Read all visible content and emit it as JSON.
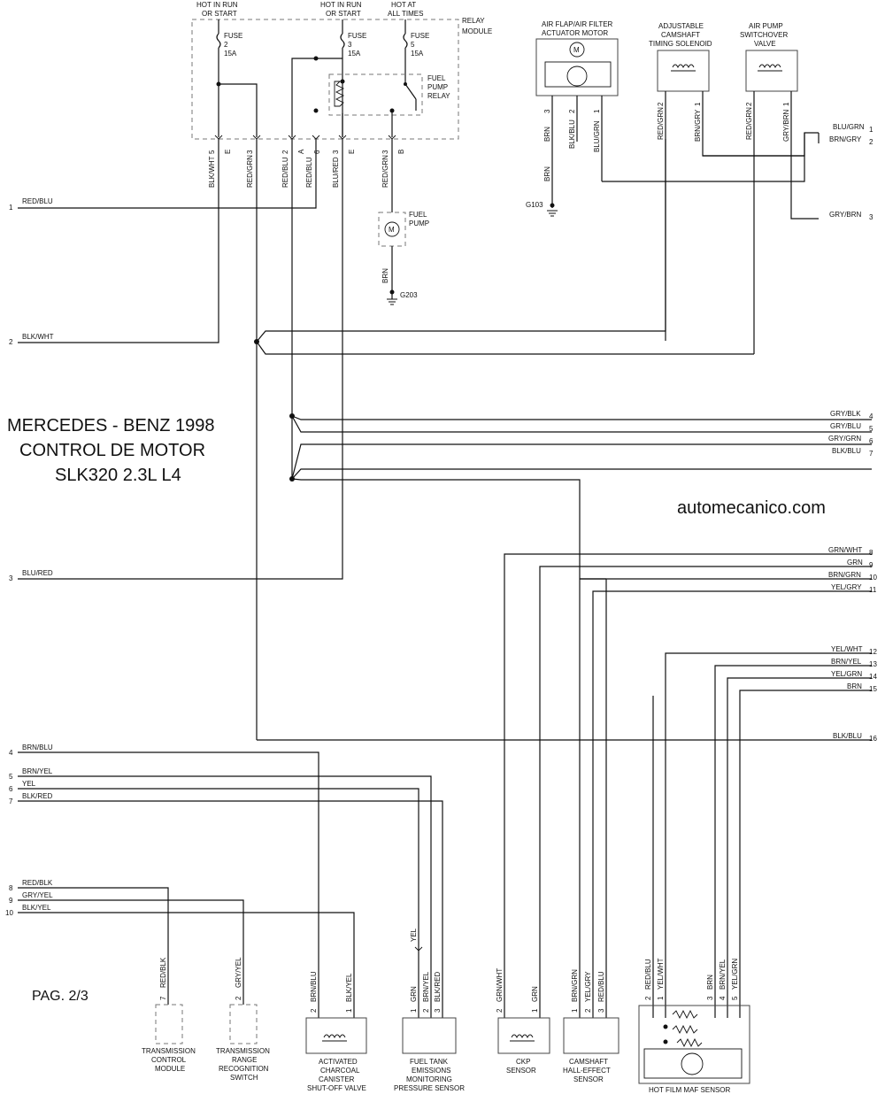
{
  "title": {
    "line1": "MERCEDES - BENZ 1998",
    "line2": "CONTROL DE MOTOR",
    "line3": "SLK320 2.3L L4"
  },
  "watermark": "automecanico.com",
  "page_label": "PAG. 2/3",
  "relay_module": {
    "label": [
      "RELAY",
      "MODULE"
    ],
    "hot_run_1": [
      "HOT IN RUN",
      "OR START"
    ],
    "hot_run_2": [
      "HOT IN RUN",
      "OR START"
    ],
    "hot_all": [
      "HOT AT",
      "ALL TIMES"
    ],
    "fuses": [
      {
        "name": "FUSE",
        "number": "2",
        "rating": "15A"
      },
      {
        "name": "FUSE",
        "number": "3",
        "rating": "15A"
      },
      {
        "name": "FUSE",
        "number": "5",
        "rating": "15A"
      }
    ],
    "relay_label": [
      "FUEL",
      "PUMP",
      "RELAY"
    ],
    "pins": [
      {
        "pin": "5",
        "code": "E",
        "wire": "BLK/WHT"
      },
      {
        "pin": "3",
        "code": "",
        "wire": "RED/GRN"
      },
      {
        "pin": "2",
        "code": "A",
        "wire": "RED/BLU"
      },
      {
        "pin": "6",
        "code": "",
        "wire": "RED/BLU"
      },
      {
        "pin": "3",
        "code": "E",
        "wire": "BLU/RED"
      },
      {
        "pin": "3",
        "code": "B",
        "wire": "RED/GRN"
      }
    ]
  },
  "fuel_pump": {
    "label": [
      "FUEL",
      "PUMP"
    ],
    "ground_wire": "BRN",
    "ground": "G203"
  },
  "top_components": [
    {
      "label": [
        "AIR FLAP/AIR FILTER",
        "ACTUATOR MOTOR"
      ],
      "pins": [
        {
          "pin": "3",
          "wire": "BRN"
        },
        {
          "pin": "2",
          "wire": "BLK/BLU"
        },
        {
          "pin": "1",
          "wire": "BLU/GRN"
        }
      ],
      "ground_wire": "BRN",
      "ground": "G103"
    },
    {
      "label": [
        "ADJUSTABLE",
        "CAMSHAFT",
        "TIMING SOLENOID"
      ],
      "pins": [
        {
          "pin": "2",
          "wire": "RED/GRN"
        },
        {
          "pin": "1",
          "wire": "BRN/GRY"
        }
      ]
    },
    {
      "label": [
        "AIR PUMP",
        "SWITCHOVER",
        "VALVE"
      ],
      "pins": [
        {
          "pin": "2",
          "wire": "RED/GRN"
        },
        {
          "pin": "1",
          "wire": "GRY/BRN"
        }
      ]
    }
  ],
  "left_wires_top": [
    {
      "num": "1",
      "color": "RED/BLU"
    },
    {
      "num": "2",
      "color": "BLK/WHT"
    },
    {
      "num": "3",
      "color": "BLU/RED"
    }
  ],
  "left_wires_bottom": [
    {
      "num": "4",
      "color": "BRN/BLU"
    },
    {
      "num": "5",
      "color": "BRN/YEL"
    },
    {
      "num": "6",
      "color": "YEL"
    },
    {
      "num": "7",
      "color": "BLK/RED"
    },
    {
      "num": "8",
      "color": "RED/BLK"
    },
    {
      "num": "9",
      "color": "GRY/YEL"
    },
    {
      "num": "10",
      "color": "BLK/YEL"
    }
  ],
  "right_wires": [
    {
      "num": "1",
      "color": "BLU/GRN"
    },
    {
      "num": "2",
      "color": "BRN/GRY"
    },
    {
      "num": "3",
      "color": "GRY/BRN"
    },
    {
      "num": "4",
      "color": "GRY/BLK"
    },
    {
      "num": "5",
      "color": "GRY/BLU"
    },
    {
      "num": "6",
      "color": "GRY/GRN"
    },
    {
      "num": "7",
      "color": "BLK/BLU"
    },
    {
      "num": "8",
      "color": "GRN/WHT"
    },
    {
      "num": "9",
      "color": "GRN"
    },
    {
      "num": "10",
      "color": "BRN/GRN"
    },
    {
      "num": "11",
      "color": "YEL/GRY"
    },
    {
      "num": "12",
      "color": "YEL/WHT"
    },
    {
      "num": "13",
      "color": "BRN/YEL"
    },
    {
      "num": "14",
      "color": "YEL/GRN"
    },
    {
      "num": "15",
      "color": "BRN"
    },
    {
      "num": "16",
      "color": "BLK/BLU"
    }
  ],
  "bottom_components": [
    {
      "label": [
        "TRANSMISSION",
        "CONTROL",
        "MODULE"
      ],
      "pins": [
        {
          "pin": "7",
          "wire": "RED/BLK"
        }
      ]
    },
    {
      "label": [
        "TRANSMISSION",
        "RANGE",
        "RECOGNITION",
        "SWITCH"
      ],
      "pins": [
        {
          "pin": "2",
          "wire": "GRY/YEL"
        }
      ]
    },
    {
      "label": [
        "ACTIVATED",
        "CHARCOAL",
        "CANISTER",
        "SHUT-OFF VALVE"
      ],
      "pins": [
        {
          "pin": "2",
          "wire": "BRN/BLU"
        },
        {
          "pin": "1",
          "wire": "BLK/YEL"
        }
      ]
    },
    {
      "label": [
        "FUEL TANK",
        "EMISSIONS",
        "MONITORING",
        "PRESSURE SENSOR"
      ],
      "pins": [
        {
          "pin": "1",
          "wire": "GRN"
        },
        {
          "pin": "2",
          "wire": "BRN/YEL"
        },
        {
          "pin": "3",
          "wire": "BLK/RED"
        }
      ],
      "extra_wire": "YEL"
    },
    {
      "label": [
        "CKP",
        "SENSOR"
      ],
      "pins": [
        {
          "pin": "2",
          "wire": "GRN/WHT"
        },
        {
          "pin": "1",
          "wire": "GRN"
        }
      ]
    },
    {
      "label": [
        "CAMSHAFT",
        "HALL-EFFECT",
        "SENSOR"
      ],
      "pins": [
        {
          "pin": "1",
          "wire": "BRN/GRN"
        },
        {
          "pin": "2",
          "wire": "YEL/GRY"
        },
        {
          "pin": "3",
          "wire": "RED/BLU"
        }
      ]
    },
    {
      "label": [
        "HOT FILM MAF SENSOR"
      ],
      "pins": [
        {
          "pin": "2",
          "wire": "RED/BLU"
        },
        {
          "pin": "1",
          "wire": "YEL/WHT"
        },
        {
          "pin": "3",
          "wire": "BRN"
        },
        {
          "pin": "4",
          "wire": "BRN/YEL"
        },
        {
          "pin": "5",
          "wire": "YEL/GRN"
        }
      ]
    }
  ]
}
